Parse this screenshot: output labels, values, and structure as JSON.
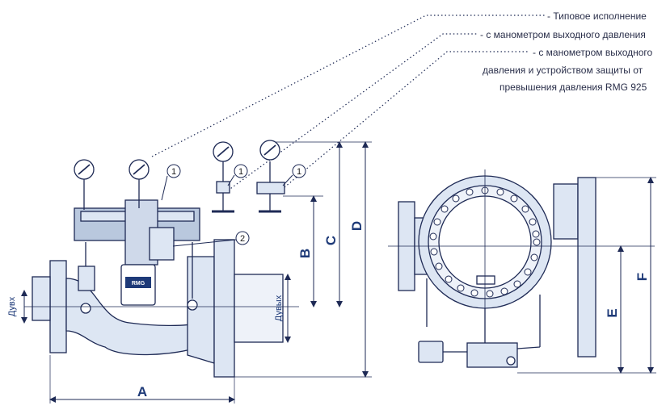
{
  "legend": {
    "line1": "- Типовое исполнение",
    "line2": "- с манометром выходного давления",
    "line3a": "- с манометром выходного",
    "line3b": "давления и устройством защиты от",
    "line3c": "превышения давления RMG 925"
  },
  "dimensions": {
    "A": "A",
    "B": "B",
    "C": "C",
    "D": "D",
    "E": "E",
    "F": "F",
    "inlet": "Дувх",
    "outlet": "Дувых"
  },
  "callouts": {
    "one": "1",
    "two": "2"
  },
  "logo": "RMG",
  "colors": {
    "line": "#1e2a55",
    "fill": "#dde6f3",
    "fill_dark": "#b9c8de",
    "accent": "#1e3a78"
  }
}
